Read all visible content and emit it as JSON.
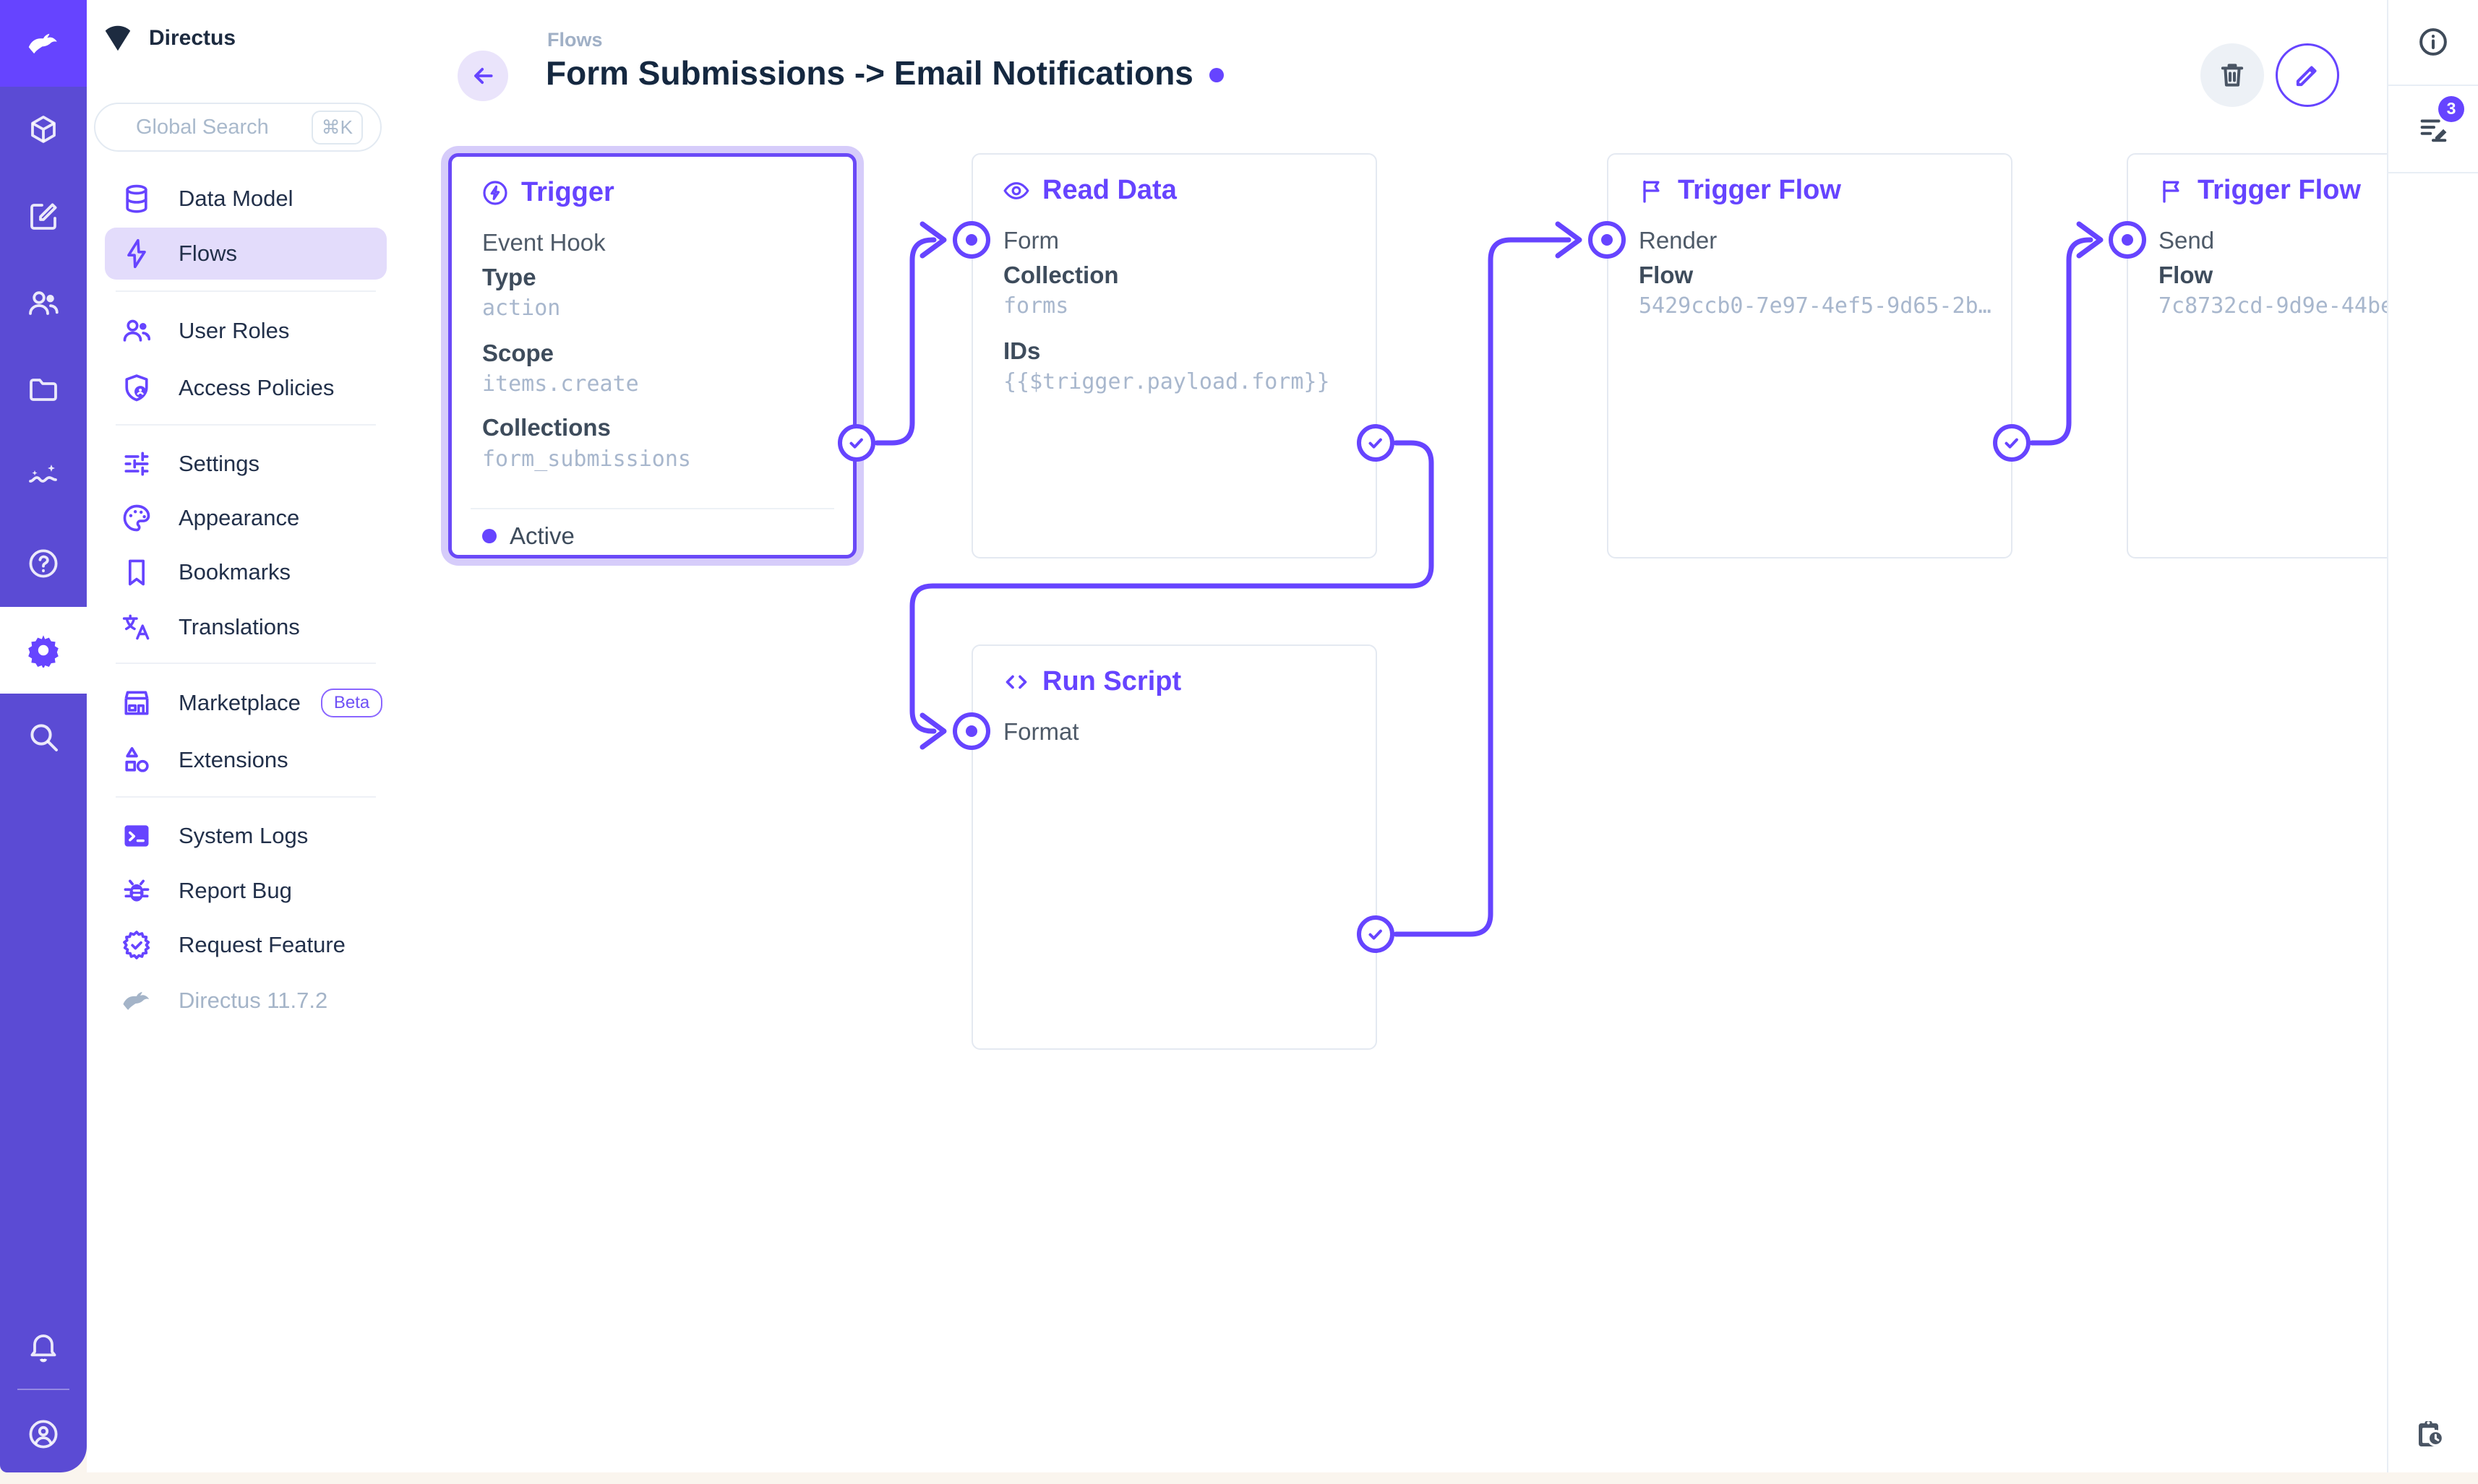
{
  "colors": {
    "accent": "#6644ff",
    "module_bar": "#5b4bd4",
    "selection_glow": "#d6ccfa",
    "active_nav_bg": "#e3dcfb",
    "mono_text": "#a8b7cd",
    "title_text": "#152840"
  },
  "module_bar": {
    "modules": [
      "content",
      "editor",
      "users",
      "files",
      "insights",
      "help",
      "settings",
      "search"
    ],
    "active_module": "settings",
    "bottom": [
      "notifications",
      "user-avatar"
    ]
  },
  "sidebar": {
    "project_title": "Directus",
    "search": {
      "placeholder": "Global Search",
      "shortcut": "⌘K"
    },
    "sections": [
      {
        "items": [
          {
            "label": "Data Model"
          },
          {
            "label": "Flows",
            "active": true
          }
        ]
      },
      {
        "items": [
          {
            "label": "User Roles"
          },
          {
            "label": "Access Policies"
          }
        ]
      },
      {
        "items": [
          {
            "label": "Settings"
          },
          {
            "label": "Appearance"
          },
          {
            "label": "Bookmarks"
          },
          {
            "label": "Translations"
          }
        ]
      },
      {
        "items": [
          {
            "label": "Marketplace",
            "badge": "Beta"
          },
          {
            "label": "Extensions"
          }
        ]
      },
      {
        "items": [
          {
            "label": "System Logs"
          },
          {
            "label": "Report Bug"
          },
          {
            "label": "Request Feature"
          }
        ]
      }
    ],
    "version": "Directus 11.7.2"
  },
  "header": {
    "breadcrumb": "Flows",
    "title": "Form Submissions -> Email Notifications"
  },
  "right_rail": {
    "notification_count": "3"
  },
  "canvas": {
    "panels": [
      {
        "title": "Trigger",
        "subtitle": "Event Hook",
        "status": "Active",
        "fields": [
          {
            "label": "Type",
            "value": "action"
          },
          {
            "label": "Scope",
            "value": "items.create"
          },
          {
            "label": "Collections",
            "value": "form_submissions"
          }
        ]
      },
      {
        "title": "Read Data",
        "subtitle": "Form",
        "fields": [
          {
            "label": "Collection",
            "value": "forms"
          },
          {
            "label": "IDs",
            "value": "{{$trigger.payload.form}}"
          }
        ]
      },
      {
        "title": "Trigger Flow",
        "subtitle": "Render",
        "fields": [
          {
            "label": "Flow",
            "value": "5429ccb0-7e97-4ef5-9d65-2b…"
          }
        ]
      },
      {
        "title": "Trigger Flow",
        "subtitle": "Send",
        "fields": [
          {
            "label": "Flow",
            "value": "7c8732cd-9d9e-44be"
          }
        ]
      },
      {
        "title": "Run Script",
        "subtitle": "Format",
        "fields": []
      }
    ]
  }
}
